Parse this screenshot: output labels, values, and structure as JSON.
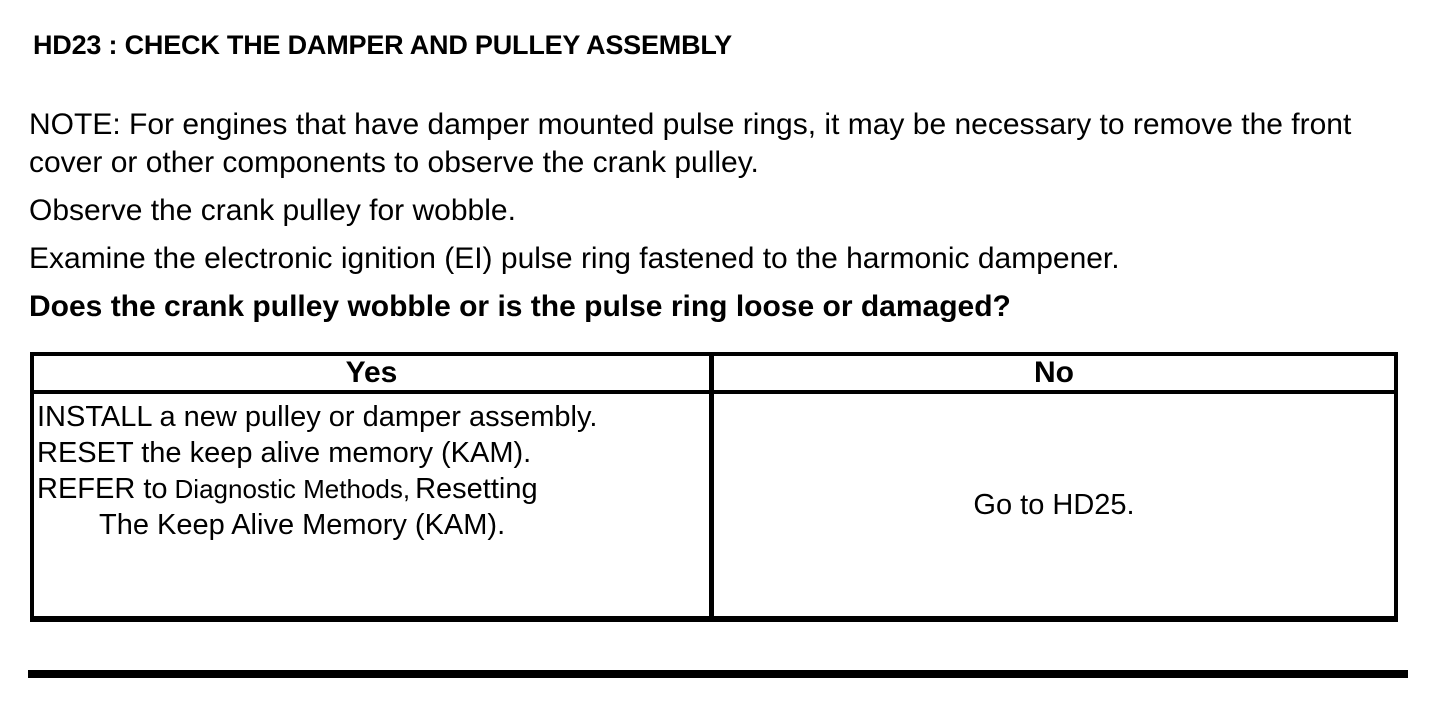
{
  "doc": {
    "heading": "HD23 : CHECK THE DAMPER AND PULLEY ASSEMBLY",
    "note": "NOTE: For engines that have damper mounted pulse rings, it may be necessary to remove the front cover or other components to observe the crank pulley.",
    "instructions": [
      "Observe the crank pulley for wobble.",
      "Examine the electronic ignition (EI) pulse ring fastened to the harmonic dampener."
    ],
    "question": "Does the crank pulley wobble or is the pulse ring loose or damaged?",
    "table": {
      "headers": [
        "Yes",
        "No"
      ],
      "yes_lines": [
        "INSTALL a new pulley or damper assembly.",
        "RESET the keep alive memory (KAM)."
      ],
      "yes_refer": {
        "prefix": "REFER to",
        "reference": "Diagnostic Methods,",
        "suffix": "Resetting",
        "continuation": "The Keep Alive Memory (KAM)."
      },
      "no_text": "Go to HD25."
    },
    "colors": {
      "ink": "#000000",
      "paper": "#ffffff"
    }
  }
}
